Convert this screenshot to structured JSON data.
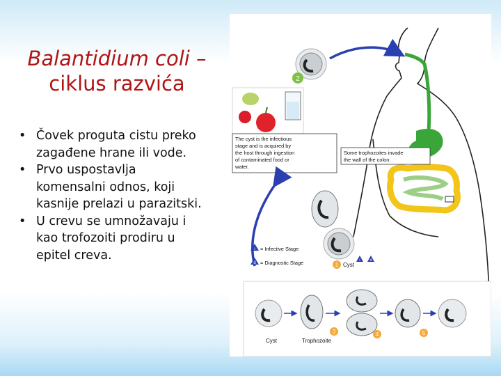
{
  "slide": {
    "title_italic": "Balantidium coli",
    "title_rest_1": " –",
    "title_line2": "ciklus razvića",
    "bullets": [
      {
        "line1": "Čovek proguta cistu preko",
        "line2": "zagađene hrane ili vode.",
        "line3": ""
      },
      {
        "line1": "Prvo uspostavlja",
        "line2": "komensalni odnos, koji",
        "line3": "kasnije prelazi u parazitski."
      },
      {
        "line1": "U crevu se umnožavaju i",
        "line2": "kao trofozoiti prodiru u",
        "line3": "epitel creva."
      }
    ]
  },
  "figure": {
    "step_numbers": {
      "s1": "1",
      "s2": "2",
      "s3": "3",
      "s4": "4",
      "s5": "5"
    },
    "cyst_box": [
      "The cyst is the infectious",
      "stage and is acquired by",
      "the host through ingestion",
      "of contaminated food or",
      "water."
    ],
    "colon_box": [
      "Some trophozoites invade",
      "the wall of the colon."
    ],
    "legend": {
      "i_symbol": "i",
      "i_label": "= Infective Stage",
      "d_symbol": "d",
      "d_label": "= Diagnostic Stage"
    },
    "cyst_label": "Cyst",
    "bottom_labels": {
      "cyst": "Cyst",
      "trophozoite": "Trophozoite"
    },
    "colors": {
      "arrow": "#2a3fb0",
      "badge_green": "#7dc242",
      "badge_orange": "#f4a93a",
      "badge_blue": "#2a3fb0",
      "intestine": "#f2c51b",
      "esophagus": "#3aa63a"
    }
  }
}
